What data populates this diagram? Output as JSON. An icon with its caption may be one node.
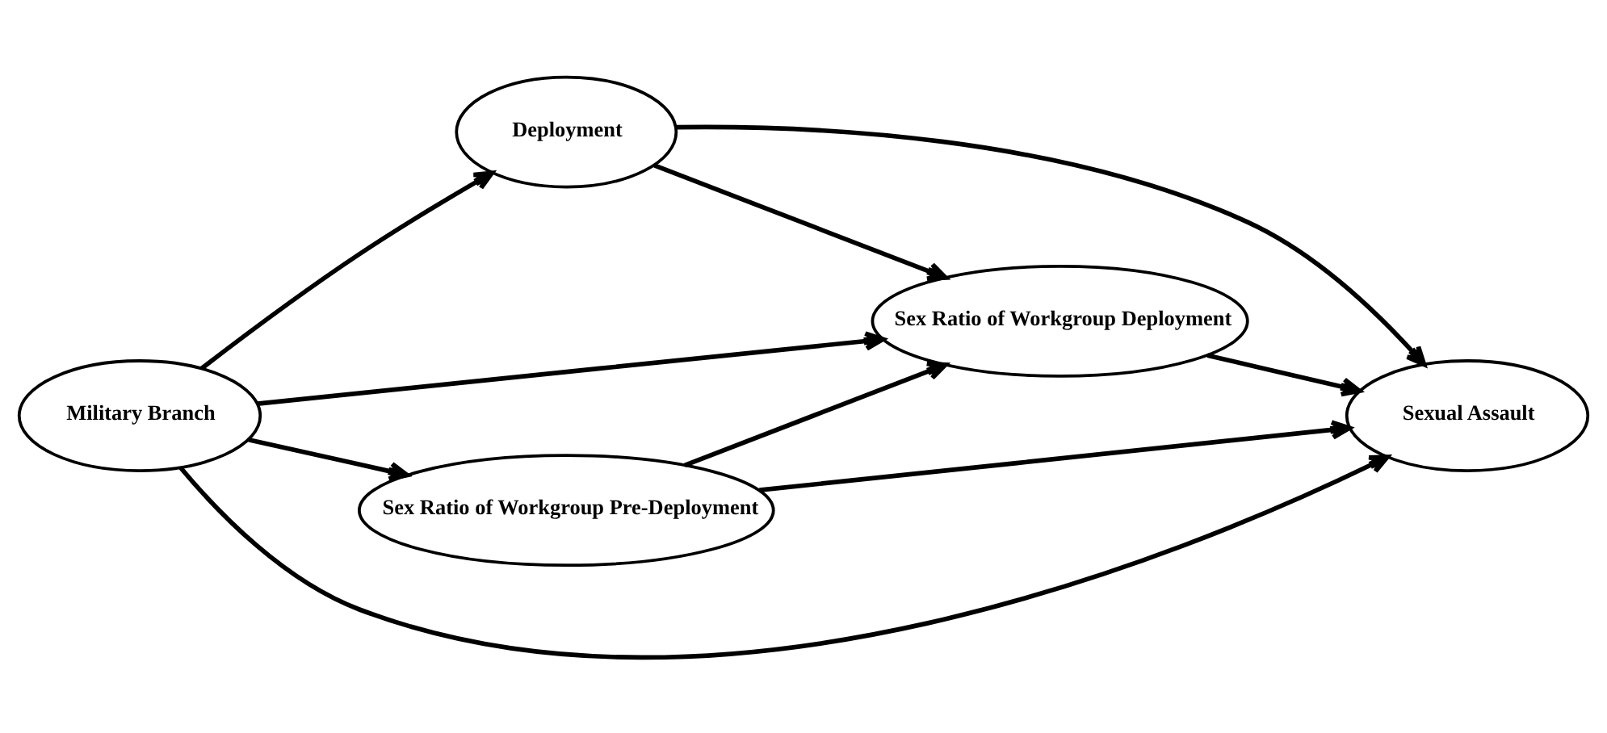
{
  "diagram": {
    "nodes": [
      {
        "text": [
          "Deployment"
        ]
      },
      {
        "text": [
          "Military Branch"
        ]
      },
      {
        "text": [
          "Sexual Assault"
        ]
      },
      {
        "text": [
          "Sex Ratio of Workgroup Pre-Deployment"
        ]
      },
      {
        "text": [
          "Sex Ratio of Workgroup Deployment"
        ]
      }
    ],
    "edges": [
      {
        "from": 1,
        "to": 0,
        "arrow": "to"
      },
      {
        "from": 0,
        "to": 2,
        "arrow": "to"
      },
      {
        "from": 0,
        "to": 4,
        "arrow": "to"
      },
      {
        "from": 1,
        "to": 2,
        "arrow": "to"
      },
      {
        "from": 1,
        "to": 4,
        "arrow": "to"
      },
      {
        "from": 1,
        "to": 3,
        "arrow": "to"
      },
      {
        "from": 3,
        "to": 2,
        "arrow": "to"
      },
      {
        "from": 3,
        "to": 4,
        "arrow": "to"
      },
      {
        "from": 4,
        "to": 2,
        "arrow": "to"
      }
    ]
  }
}
